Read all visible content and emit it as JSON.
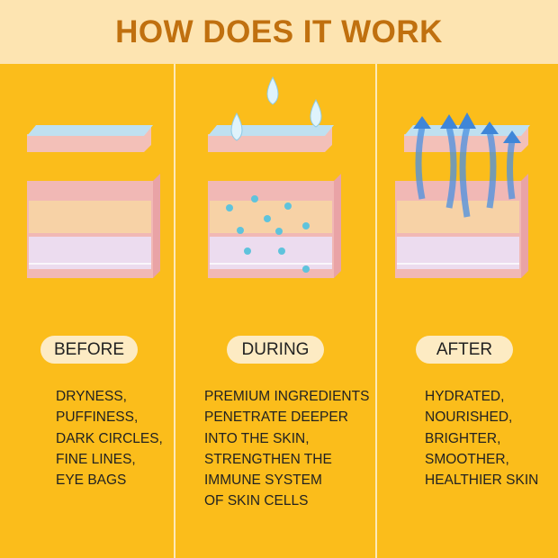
{
  "header": {
    "title": "HOW DOES IT WORK"
  },
  "columns": [
    {
      "label": "BEFORE",
      "lines": [
        "DRYNESS,",
        "PUFFINESS,",
        "DARK CIRCLES,",
        "FINE LINES,",
        "EYE BAGS"
      ]
    },
    {
      "label": "DURING",
      "lines": [
        "PREMIUM INGREDIENTS",
        "PENETRATE DEEPER",
        "INTO THE SKIN,",
        "STRENGTHEN THE",
        "IMMUNE SYSTEM",
        "OF SKIN CELLS"
      ]
    },
    {
      "label": "AFTER",
      "lines": [
        "HYDRATED,",
        "NOURISHED,",
        "BRIGHTER,",
        "SMOOTHER,",
        "HEALTHIER SKIN"
      ]
    }
  ],
  "colors": {
    "background": "#fbbd1b",
    "header": "#fde4b1",
    "title": "#c0700f",
    "pill": "#fdebc3"
  }
}
